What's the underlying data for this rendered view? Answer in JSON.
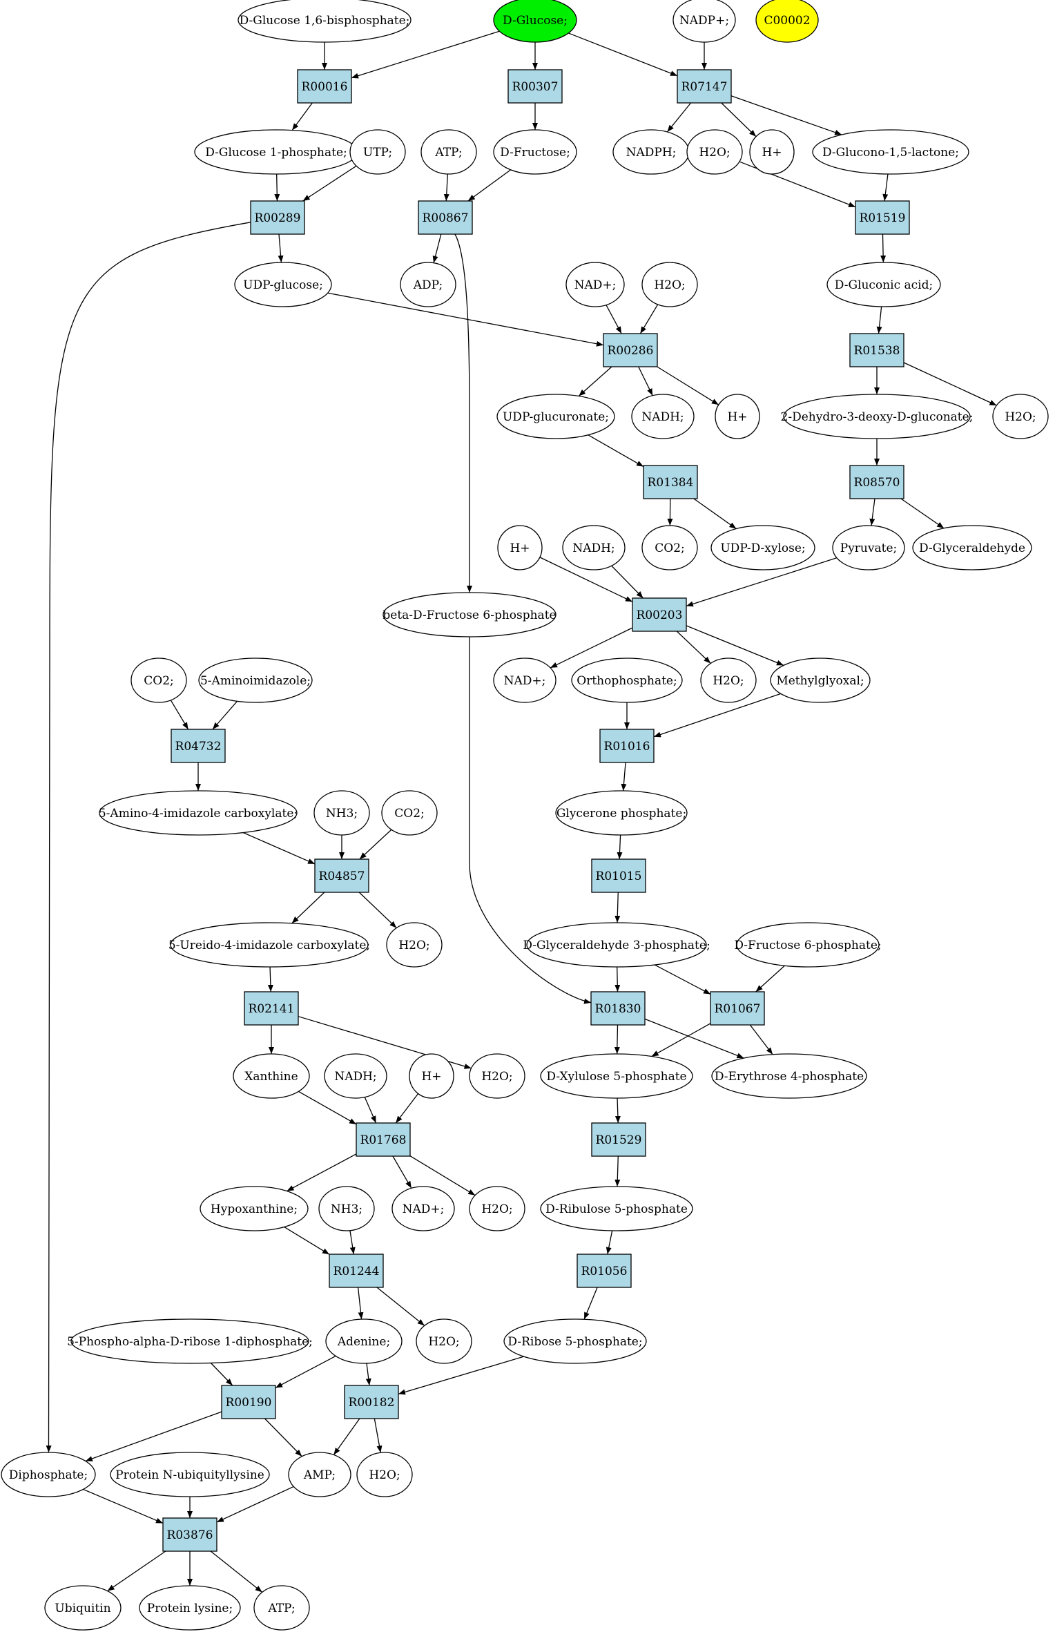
{
  "colors": {
    "reaction_fill": "#add8e6",
    "compound_fill": "#ffffff",
    "highlight_green": "#00ee00",
    "highlight_yellow": "#ffff00",
    "stroke": "#000000"
  },
  "reactions": {
    "R00016": "R00016",
    "R00307": "R00307",
    "R07147": "R07147",
    "R00289": "R00289",
    "R00867": "R00867",
    "R01519": "R01519",
    "R00286": "R00286",
    "R01538": "R01538",
    "R01384": "R01384",
    "R08570": "R08570",
    "R00203": "R00203",
    "R04732": "R04732",
    "R01016": "R01016",
    "R04857": "R04857",
    "R01015": "R01015",
    "R02141": "R02141",
    "R01830": "R01830",
    "R01067": "R01067",
    "R01768": "R01768",
    "R01529": "R01529",
    "R01244": "R01244",
    "R01056": "R01056",
    "R00190": "R00190",
    "R00182": "R00182",
    "R03876": "R03876"
  },
  "compounds": {
    "dglc16bp": "D-Glucose 1,6-bisphosphate;",
    "dglucose": "D-Glucose;",
    "nadp": "NADP+;",
    "c00002": "C00002",
    "dglc1p": "D-Glucose 1-phosphate;",
    "utp": "UTP;",
    "atp1": "ATP;",
    "dfructose": "D-Fructose;",
    "nadph": "NADPH;",
    "h2o1": "H2O;",
    "hplus1": "H+",
    "glucono": "D-Glucono-1,5-lactone;",
    "udpglc": "UDP-glucose;",
    "adp": "ADP;",
    "nad1": "NAD+;",
    "h2o2": "H2O;",
    "gluconic": "D-Gluconic acid;",
    "udpglcur": "UDP-glucuronate;",
    "nadh1": "NADH;",
    "hplus2": "H+",
    "dehydro": "2-Dehydro-3-deoxy-D-gluconate;",
    "h2o3": "H2O;",
    "co2a": "CO2;",
    "udpxyl": "UDP-D-xylose;",
    "hplus3": "H+",
    "nadh2": "NADH;",
    "pyruvate": "Pyruvate;",
    "dglyald": "D-Glyceraldehyde",
    "bfru6p": "beta-D-Fructose 6-phosphate",
    "co2b": "CO2;",
    "aminoimid": "5-Aminoimidazole;",
    "nad2": "NAD+;",
    "ortho": "Orthophosphate;",
    "h2o4": "H2O;",
    "methylg": "Methylglyoxal;",
    "aminoimidcarb": "5-Amino-4-imidazole carboxylate;",
    "nh3a": "NH3;",
    "co2c": "CO2;",
    "glycerone": "Glycerone phosphate;",
    "ureido": "5-Ureido-4-imidazole carboxylate;",
    "h2o5": "H2O;",
    "dga3p": "D-Glyceraldehyde 3-phosphate;",
    "dfru6p": "D-Fructose 6-phosphate;",
    "xanthine": "Xanthine",
    "nadh3": "NADH;",
    "hplus4": "H+",
    "h2o6": "H2O;",
    "dxyl5p": "D-Xylulose 5-phosphate",
    "dery4p": "D-Erythrose 4-phosphate",
    "hypox": "Hypoxanthine;",
    "nh3b": "NH3;",
    "nad3": "NAD+;",
    "h2o7": "H2O;",
    "dribul5p": "D-Ribulose 5-phosphate",
    "prpp": "5-Phospho-alpha-D-ribose 1-diphosphate;",
    "adenine": "Adenine;",
    "h2o8": "H2O;",
    "drib5p": "D-Ribose 5-phosphate;",
    "diphos": "Diphosphate;",
    "protub": "Protein N-ubiquityllysine",
    "amp": "AMP;",
    "h2o9": "H2O;",
    "ubiquitin": "Ubiquitin",
    "protlys": "Protein lysine;",
    "atp2": "ATP;"
  }
}
